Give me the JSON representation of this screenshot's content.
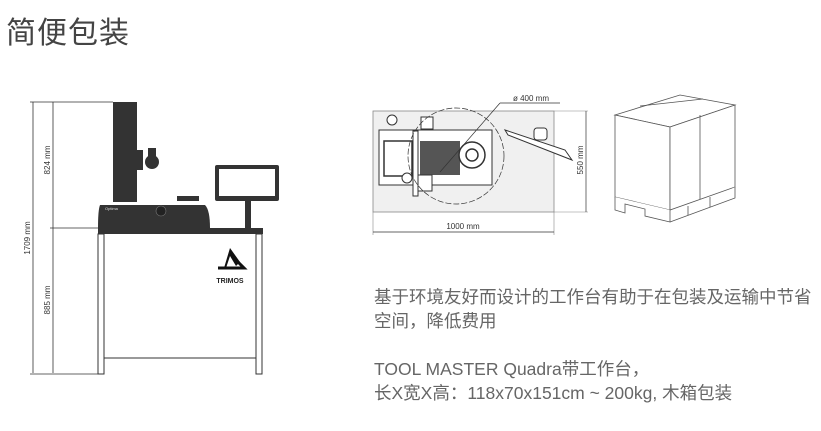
{
  "title": "简便包装",
  "front_view": {
    "total_height": "1709 mm",
    "upper_height": "824 mm",
    "lower_height": "885 mm",
    "brand": "TRIMOS",
    "model_label": "Optima"
  },
  "top_view": {
    "diameter": "ø 400 mm",
    "width": "1000 mm",
    "depth": "550 mm"
  },
  "description": {
    "line1": "基于环境友好而设计的工作台有助于在包装及运输中节省空间，降低费用",
    "line2a": "TOOL MASTER Quadra带工作台，",
    "line2b": "长X宽X高：118x70x151cm ~ 200kg, 木箱包装"
  }
}
